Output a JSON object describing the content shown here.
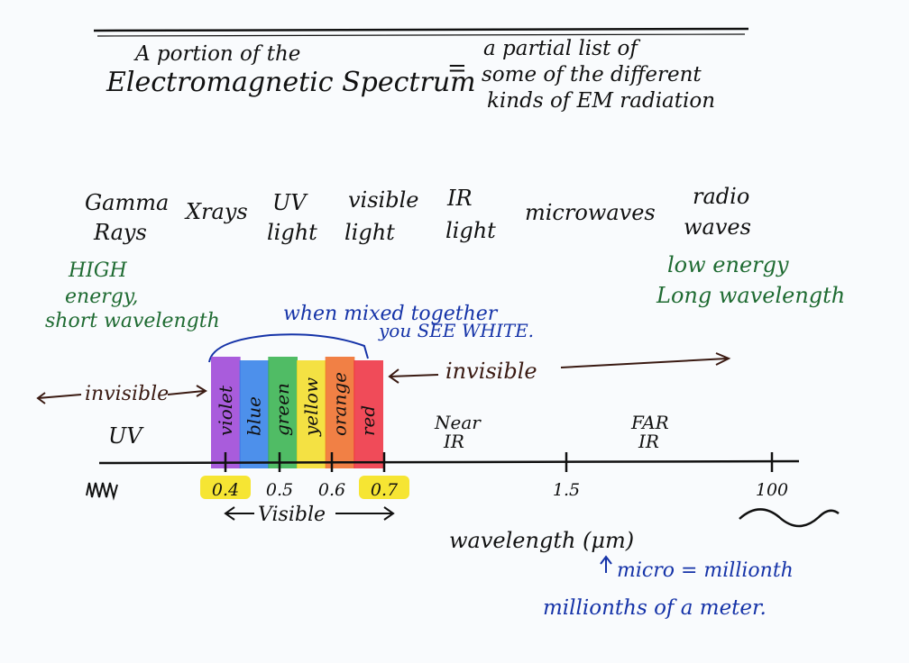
{
  "title": {
    "line1": "A portion of the",
    "line2": "Electromagnetic Spectrum",
    "equals": "=",
    "desc1": "a partial list of",
    "desc2": "some of the different",
    "desc3": "kinds of EM radiation"
  },
  "categories": [
    {
      "line1": "Gamma",
      "line2": "Rays"
    },
    {
      "line1": "Xrays",
      "line2": ""
    },
    {
      "line1": "UV",
      "line2": "light"
    },
    {
      "line1": "visible",
      "line2": "light"
    },
    {
      "line1": "IR",
      "line2": "light"
    },
    {
      "line1": "microwaves",
      "line2": ""
    },
    {
      "line1": "radio",
      "line2": "waves"
    }
  ],
  "high_energy": {
    "line1": "HIGH",
    "line2": "energy,",
    "line3": "short wavelength"
  },
  "low_energy": {
    "line1": "low energy",
    "line2": "Long wavelength"
  },
  "mixed_note": {
    "line1": "when mixed together",
    "line2": "you SEE WHITE."
  },
  "bands": [
    {
      "label": "violet",
      "color": "#9b3fd6"
    },
    {
      "label": "blue",
      "color": "#2f7de8"
    },
    {
      "label": "green",
      "color": "#33b04a"
    },
    {
      "label": "yellow",
      "color": "#f3dc22"
    },
    {
      "label": "orange",
      "color": "#f06a25"
    },
    {
      "label": "red",
      "color": "#ee2c3c"
    }
  ],
  "invisible_left": "invisible",
  "invisible_right": "invisible",
  "uv_label": "UV",
  "near_ir": {
    "line1": "Near",
    "line2": "IR"
  },
  "far_ir": {
    "line1": "FAR",
    "line2": "IR"
  },
  "ticks": [
    {
      "label": "0.4",
      "highlight": true
    },
    {
      "label": "0.5",
      "highlight": false
    },
    {
      "label": "0.6",
      "highlight": false
    },
    {
      "label": "0.7",
      "highlight": true
    },
    {
      "label": "1.5",
      "highlight": false
    },
    {
      "label": "100",
      "highlight": false
    }
  ],
  "visible_label": "Visible",
  "axis_label": "wavelength (μm)",
  "micro_note": "micro = millionth",
  "millionths_note": "millionths of a meter."
}
